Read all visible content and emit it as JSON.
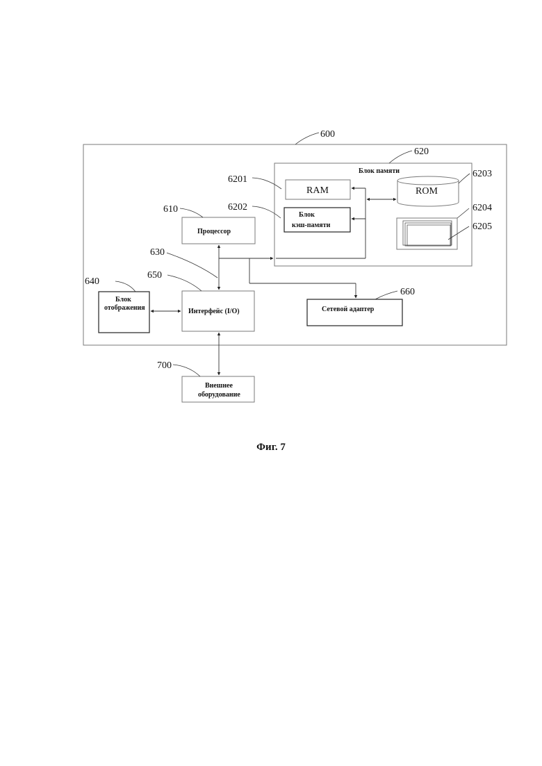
{
  "refs": {
    "system": "600",
    "memory": "620",
    "ram": "6201",
    "cache": "6202",
    "rom": "6203",
    "storage": "6204",
    "storage_inner": "6205",
    "processor": "610",
    "bus": "630",
    "display": "640",
    "interface": "650",
    "network": "660",
    "external": "700"
  },
  "labels": {
    "memory": "Блок памяти",
    "ram": "RAM",
    "rom": "ROM",
    "cache_line1": "Блок",
    "cache_line2": "кэш-памяти",
    "processor": "Процессор",
    "display_line1": "Блок",
    "display_line2": "отображения",
    "interface": "Интерфейс (I/O)",
    "network": "Сетевой адаптер",
    "external_line1": "Внешнее",
    "external_line2": "оборудование"
  },
  "caption": "Фиг. 7"
}
